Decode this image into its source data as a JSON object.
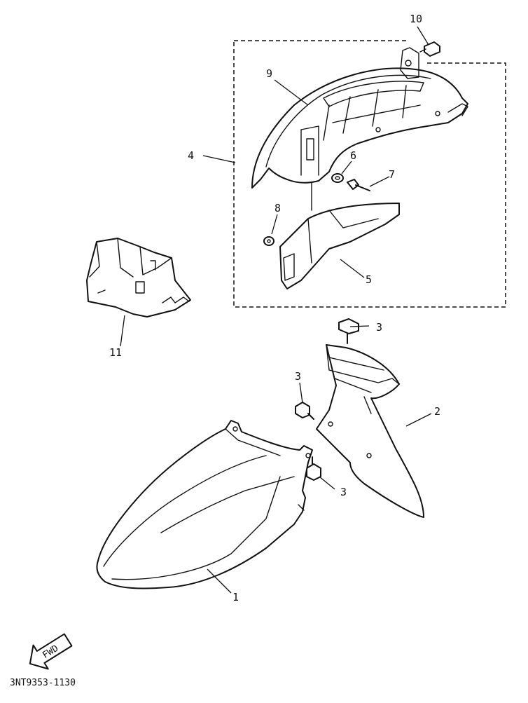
{
  "diagram_code": "3NT9353-1130",
  "fwd_label": "FWD",
  "callouts": {
    "c1": "1",
    "c2": "2",
    "c3a": "3",
    "c3b": "3",
    "c3c": "3",
    "c4": "4",
    "c5": "5",
    "c6": "6",
    "c7": "7",
    "c8": "8",
    "c9": "9",
    "c10": "10",
    "c11": "11"
  }
}
